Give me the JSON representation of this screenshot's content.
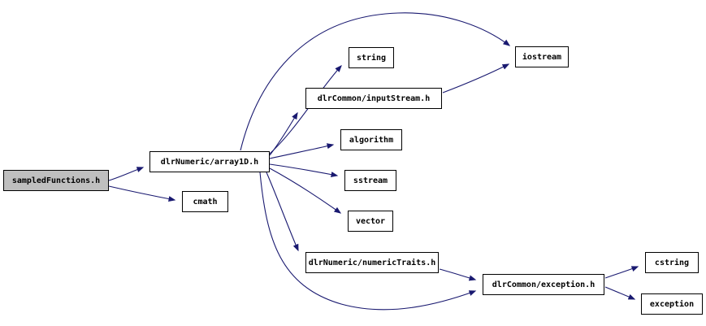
{
  "diagram": {
    "type": "include-dependency-graph",
    "colors": {
      "edge": "#191970",
      "node_border": "#000000",
      "node_fill": "#ffffff",
      "highlight_fill": "#bfbfbf",
      "text": "#000000"
    },
    "nodes": [
      {
        "id": "sampledFunctions_h",
        "label": "sampledFunctions.h",
        "highlighted": true
      },
      {
        "id": "array1D_h",
        "label": "dlrNumeric/array1D.h",
        "highlighted": false
      },
      {
        "id": "cmath",
        "label": "cmath",
        "highlighted": false
      },
      {
        "id": "string",
        "label": "string",
        "highlighted": false
      },
      {
        "id": "inputStream_h",
        "label": "dlrCommon/inputStream.h",
        "highlighted": false
      },
      {
        "id": "iostream",
        "label": "iostream",
        "highlighted": false
      },
      {
        "id": "algorithm",
        "label": "algorithm",
        "highlighted": false
      },
      {
        "id": "sstream",
        "label": "sstream",
        "highlighted": false
      },
      {
        "id": "vector",
        "label": "vector",
        "highlighted": false
      },
      {
        "id": "numericTraits_h",
        "label": "dlrNumeric/numericTraits.h",
        "highlighted": false
      },
      {
        "id": "exception_h",
        "label": "dlrCommon/exception.h",
        "highlighted": false
      },
      {
        "id": "cstring",
        "label": "cstring",
        "highlighted": false
      },
      {
        "id": "exception",
        "label": "exception",
        "highlighted": false
      }
    ],
    "edges": [
      {
        "from": "sampledFunctions_h",
        "to": "array1D_h"
      },
      {
        "from": "sampledFunctions_h",
        "to": "cmath"
      },
      {
        "from": "array1D_h",
        "to": "string"
      },
      {
        "from": "array1D_h",
        "to": "iostream"
      },
      {
        "from": "array1D_h",
        "to": "inputStream_h"
      },
      {
        "from": "inputStream_h",
        "to": "iostream"
      },
      {
        "from": "array1D_h",
        "to": "algorithm"
      },
      {
        "from": "array1D_h",
        "to": "sstream"
      },
      {
        "from": "array1D_h",
        "to": "vector"
      },
      {
        "from": "array1D_h",
        "to": "numericTraits_h"
      },
      {
        "from": "array1D_h",
        "to": "exception_h"
      },
      {
        "from": "numericTraits_h",
        "to": "exception_h"
      },
      {
        "from": "exception_h",
        "to": "cstring"
      },
      {
        "from": "exception_h",
        "to": "exception"
      }
    ]
  }
}
